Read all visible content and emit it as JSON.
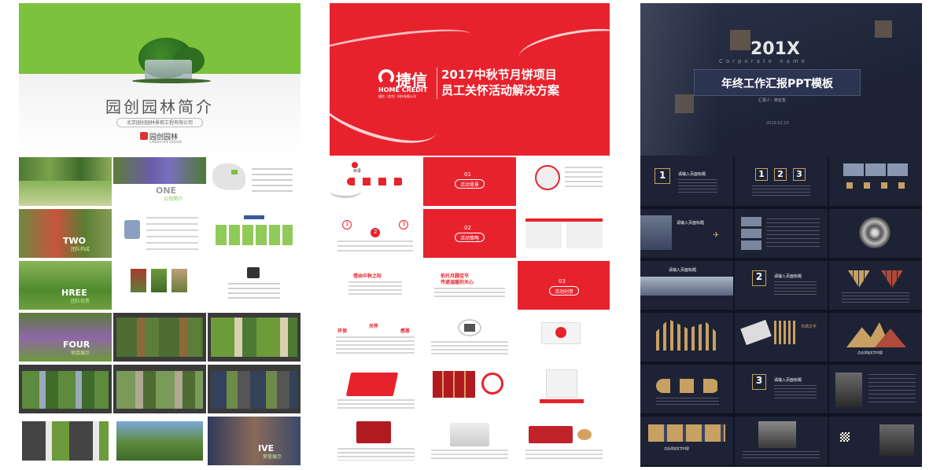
{
  "col1": {
    "title": "园创园林简介",
    "subtitle": "北京园创园林景观工程有限公司",
    "logo_text": "园创园林",
    "logo_sub": "LANDSCAPE DESIGN",
    "accent": "#7dc23c",
    "tiles": [
      {
        "label": "ONE",
        "caption": "公司简介"
      },
      {
        "label": "TWO",
        "caption": "团队构成"
      },
      {
        "label": "HREE",
        "caption": "团队优势"
      },
      {
        "label": "FOUR",
        "caption": "项目展示"
      },
      {
        "label": "IVE",
        "caption": "荣誉展示"
      }
    ]
  },
  "col2": {
    "brand_cn": "捷信",
    "brand_en": "HOME CREDIT",
    "brand_sub": "捷信（北京）科技有限公司",
    "title_line1": "2017中秋节月饼项目",
    "title_line2": "员工关怀活动解决方案",
    "accent": "#e8222c",
    "section_tiles": [
      {
        "num": "01",
        "label": "活动背景"
      },
      {
        "num": "02",
        "label": "活动策略"
      },
      {
        "num": "03",
        "label": "活动创意"
      }
    ],
    "contents_label": "目录",
    "step_numbers": [
      "1",
      "2",
      "3"
    ],
    "keywords": [
      "借由中秋之际",
      "环保",
      "关怀",
      "感恩",
      "依托月圆佳节",
      "传递温暖的关心"
    ]
  },
  "col3": {
    "year": "201X",
    "corporate": "Corporate name",
    "title": "年终工作汇报PPT模板",
    "reporter": "汇报人：柳友哲",
    "date": "2019.02.15",
    "bg": "#1d2335",
    "gold": "#c8a062",
    "numbers": [
      "1",
      "2",
      "3"
    ],
    "slide_labels": [
      "请输入页面标题",
      "请输入页面标题",
      "请输入页面标题",
      "请输入页面标题",
      "请输入页面标题"
    ],
    "extra_texts": [
      "点击添加文字内容",
      "市场文字",
      "点击添加文字内容"
    ]
  }
}
